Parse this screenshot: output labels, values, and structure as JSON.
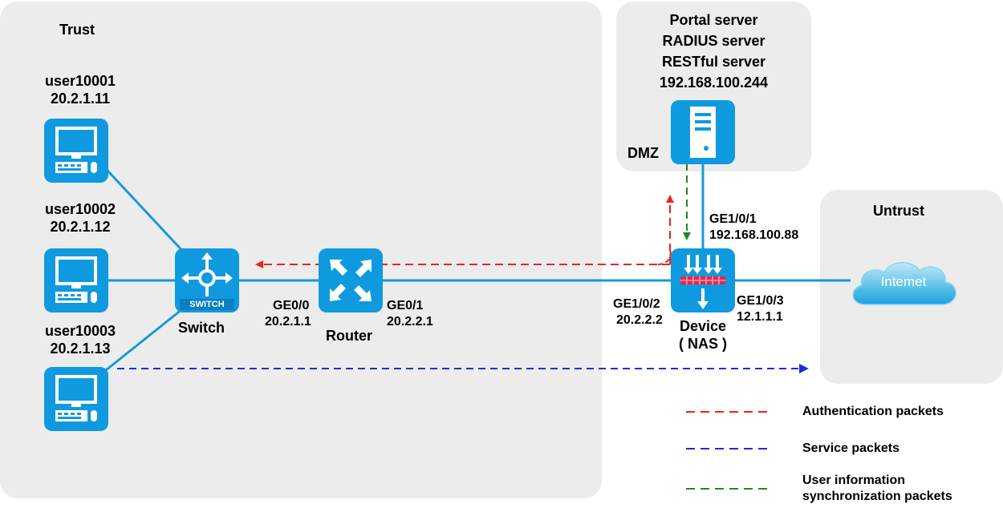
{
  "zones": {
    "trust": "Trust",
    "dmz": "DMZ",
    "untrust": "Untrust"
  },
  "users": [
    {
      "name": "user10001",
      "ip": "20.2.1.11"
    },
    {
      "name": "user10002",
      "ip": "20.2.1.12"
    },
    {
      "name": "user10003",
      "ip": "20.2.1.13"
    }
  ],
  "switch": {
    "label": "Switch",
    "badge": "SWITCH"
  },
  "router": {
    "label": "Router",
    "left_port": "GE0/0",
    "left_ip": "20.2.1.1",
    "right_port": "GE0/1",
    "right_ip": "20.2.2.1"
  },
  "device": {
    "label": "Device",
    "sublabel": "( NAS )",
    "port_left": "GE1/0/2",
    "ip_left": "20.2.2.2",
    "port_up": "GE1/0/1",
    "ip_up": "192.168.100.88",
    "port_right": "GE1/0/3",
    "ip_right": "12.1.1.1"
  },
  "server": {
    "lines": [
      "Portal server",
      "RADIUS server",
      "RESTful server",
      "192.168.100.244"
    ]
  },
  "internet": {
    "label": "Intemet"
  },
  "legend": [
    {
      "label": "Authentication packets",
      "color": "#e8251e"
    },
    {
      "label": "Service packets",
      "color": "#1a2fd8"
    },
    {
      "label": "User information",
      "label2": "synchronization packets",
      "color": "#1e8a1e"
    }
  ],
  "colors": {
    "device_blue": "#0f9ae0",
    "link_blue": "#1699d6",
    "zone_gray": "#ececec"
  }
}
